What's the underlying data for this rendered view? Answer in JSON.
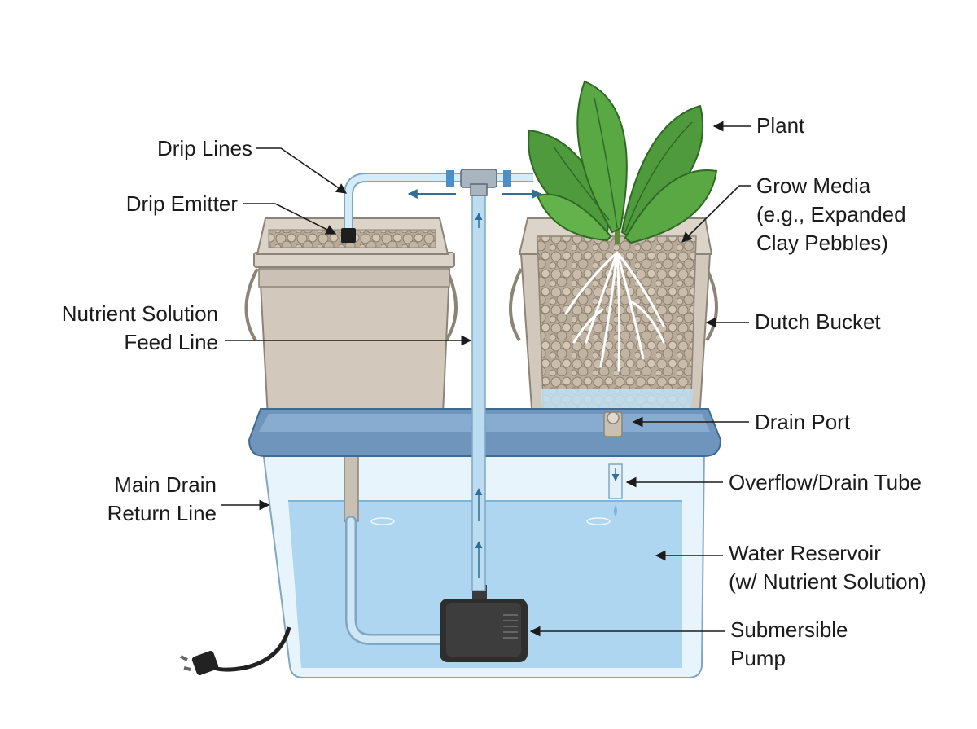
{
  "labels": {
    "drip_lines": "Drip Lines",
    "drip_emitter": "Drip Emitter",
    "nutrient_feed_line": [
      "Nutrient Solution",
      "Feed Line"
    ],
    "main_drain_return": [
      "Main Drain",
      "Return Line"
    ],
    "plant": "Plant",
    "grow_media": [
      "Grow Media",
      "(e.g., Expanded",
      "Clay Pebbles)"
    ],
    "dutch_bucket": "Dutch Bucket",
    "drain_port": "Drain Port",
    "overflow_drain_tube": "Overflow/Drain Tube",
    "water_reservoir": [
      "Water Reservoir",
      "(w/ Nutrient Solution)"
    ],
    "submersible_pump": [
      "Submersible",
      "Pump"
    ]
  },
  "colors": {
    "bucket": "#d2c8bc",
    "tray": "#6f95bd",
    "reservoir_water": "#a9d3ee",
    "tube": "#bcdcf2",
    "pump": "#2e2e2e",
    "leaf": "#4f9a3c",
    "arrow": "#2f6f96"
  }
}
